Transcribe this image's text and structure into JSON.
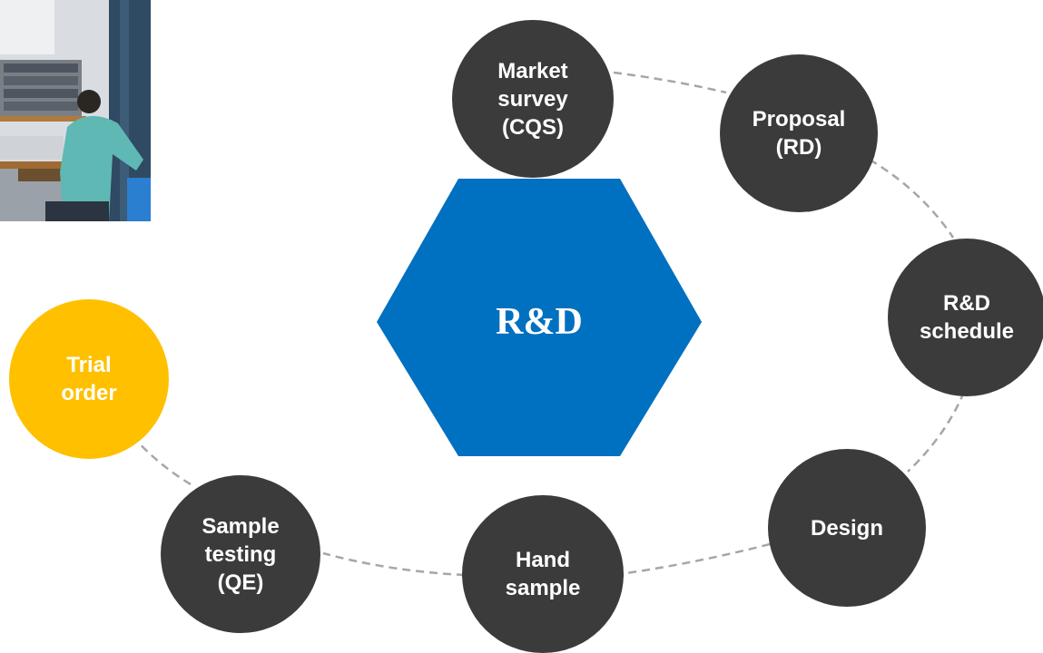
{
  "center": {
    "label": "R&D",
    "color": "#0070c0"
  },
  "colors": {
    "node_dark": "#3b3b3b",
    "node_highlight": "#ffc000",
    "connector": "#a6a6a6"
  },
  "photo": {
    "description_icon": "workshop-photo"
  },
  "nodes": [
    {
      "id": "market-survey",
      "lines": [
        "Market",
        "survey",
        "(CQS)"
      ]
    },
    {
      "id": "proposal",
      "lines": [
        "Proposal",
        "(RD)"
      ]
    },
    {
      "id": "rd-schedule",
      "lines": [
        "R&D",
        "schedule"
      ]
    },
    {
      "id": "design",
      "lines": [
        "Design"
      ]
    },
    {
      "id": "hand-sample",
      "lines": [
        "Hand",
        "sample"
      ]
    },
    {
      "id": "sample-testing",
      "lines": [
        "Sample",
        "testing",
        "(QE)"
      ]
    },
    {
      "id": "trial-order",
      "lines": [
        "Trial",
        "order"
      ],
      "highlight": true
    }
  ]
}
